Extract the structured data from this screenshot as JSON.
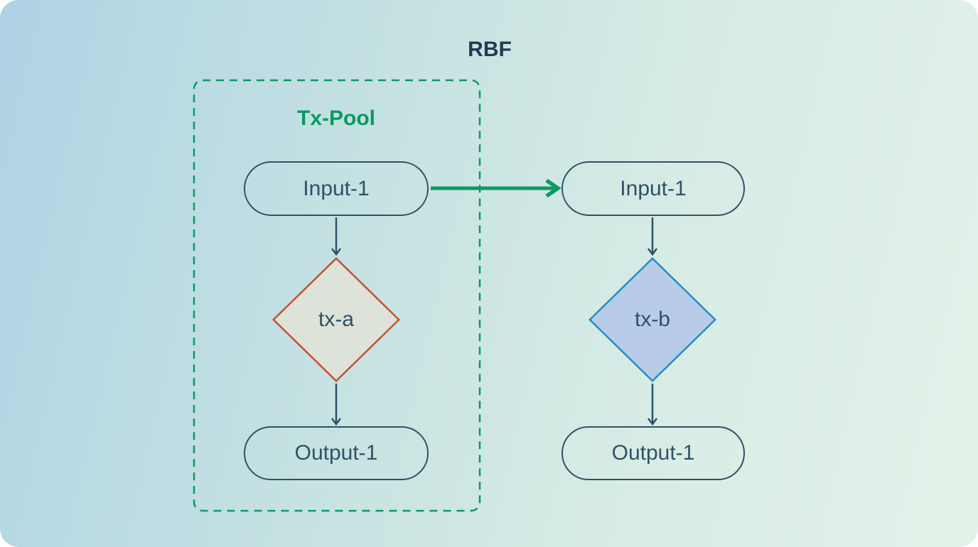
{
  "title": "RBF",
  "colors": {
    "green": "#0c9a62",
    "slate": "#2e5266",
    "title_color": "#1d3c52",
    "orange": "#c6502d",
    "orange_fill": "#dde3d9",
    "blue": "#1f8fc6",
    "blue_fill": "#b8cce7"
  },
  "tx_pool": {
    "label": "Tx-Pool"
  },
  "left_flow": {
    "input": "Input-1",
    "tx": "tx-a",
    "output": "Output-1"
  },
  "right_flow": {
    "input": "Input-1",
    "tx": "tx-b",
    "output": "Output-1"
  }
}
